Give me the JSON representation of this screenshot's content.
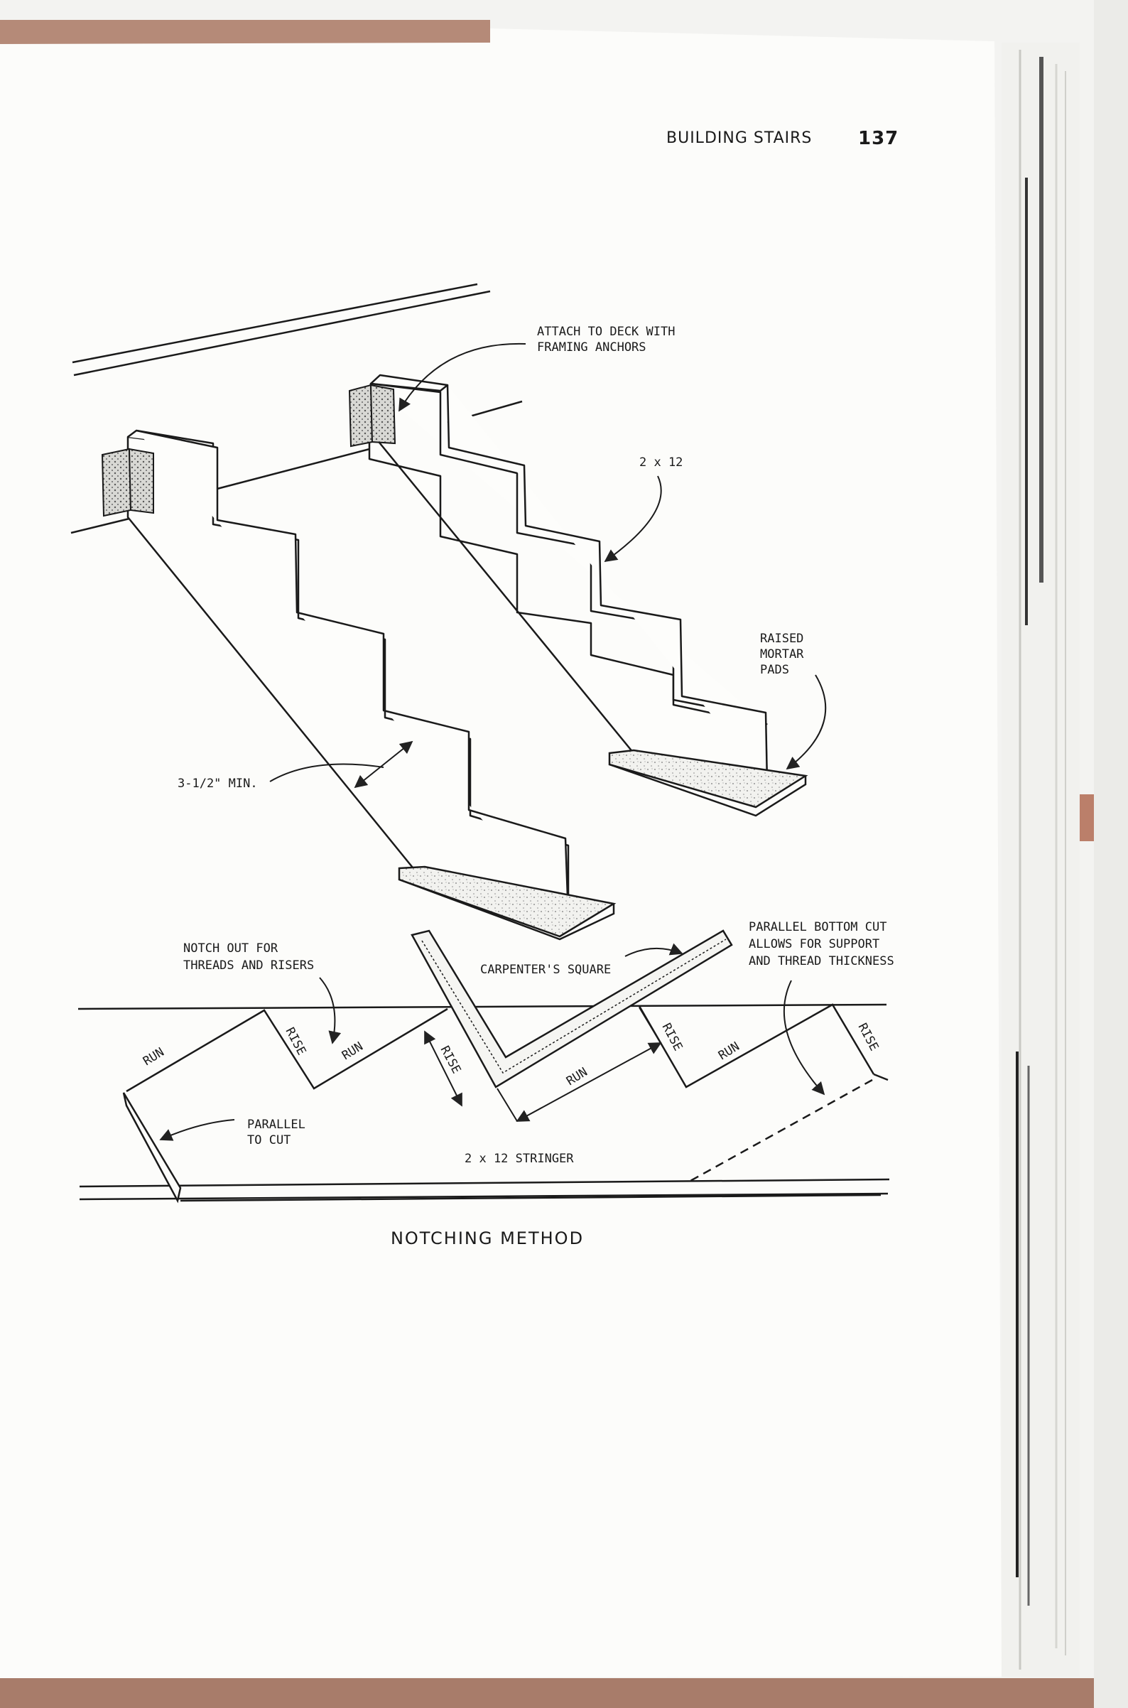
{
  "header": {
    "running_title": "BUILDING STAIRS",
    "page_number": "137"
  },
  "figure": {
    "labels": {
      "attach_line1": "ATTACH TO DECK WITH",
      "attach_line2": "FRAMING ANCHORS",
      "two_by_twelve": "2 x 12",
      "raised_line1": "RAISED",
      "raised_line2": "MORTAR",
      "raised_line3": "PADS",
      "min_clearance": "3-1/2\" MIN.",
      "notch_line1": "NOTCH OUT FOR",
      "notch_line2": "THREADS AND RISERS",
      "carpenters_square": "CARPENTER'S SQUARE",
      "parallel_line1": "PARALLEL BOTTOM CUT",
      "parallel_line2": "ALLOWS FOR SUPPORT",
      "parallel_line3": "AND THREAD THICKNESS",
      "run": "RUN",
      "rise": "RISE",
      "parallel_to_cut_line1": "PARALLEL",
      "parallel_to_cut_line2": "TO CUT",
      "stringer": "2 x 12 STRINGER"
    },
    "caption": "NOTCHING METHOD"
  }
}
